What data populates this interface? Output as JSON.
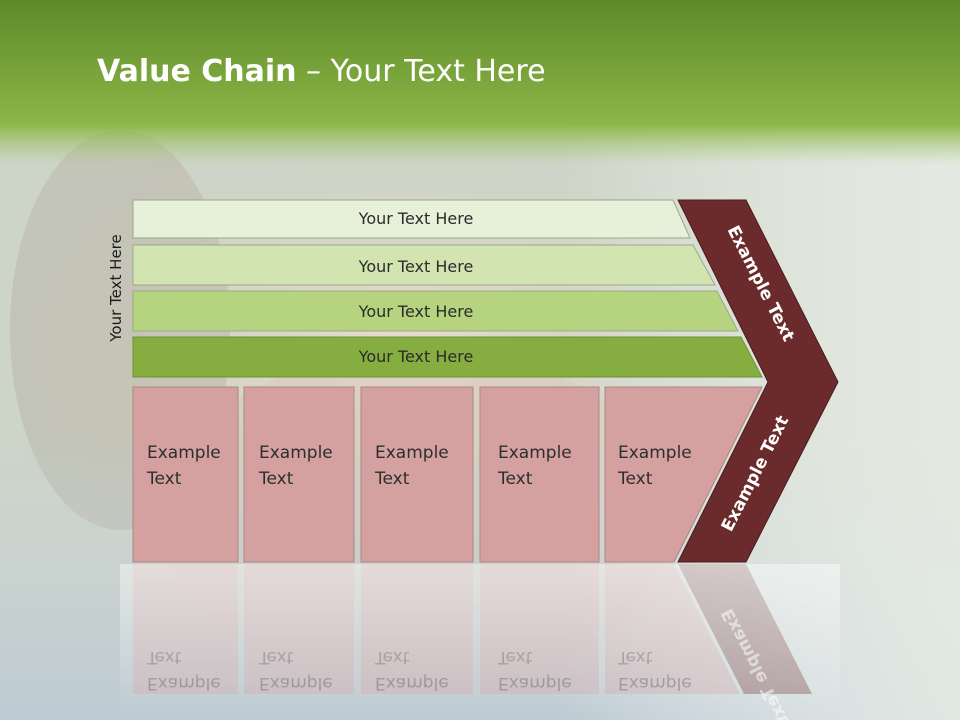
{
  "title": {
    "bold": "Value Chain",
    "rest": " – Your Text Here"
  },
  "side_label": "Your Text Here",
  "rows": [
    {
      "label": "Your Text Here",
      "color": "#e7f0d8"
    },
    {
      "label": "Your Text Here",
      "color": "#d2e4b0"
    },
    {
      "label": "Your Text Here",
      "color": "#b6d37f"
    },
    {
      "label": "Your Text Here",
      "color": "#86ad40"
    }
  ],
  "boxes": [
    {
      "line1": "Example",
      "line2": "Text"
    },
    {
      "line1": "Example",
      "line2": "Text"
    },
    {
      "line1": "Example",
      "line2": "Text"
    },
    {
      "line1": "Example",
      "line2": "Text"
    },
    {
      "line1": "Example",
      "line2": "Text"
    }
  ],
  "chevron": {
    "upper": "Example Text",
    "lower": "Example Text"
  },
  "colors": {
    "header_green": "#7aa63a",
    "box_fill": "#d4a0a0",
    "chevron_fill": "#6b2a2c"
  }
}
